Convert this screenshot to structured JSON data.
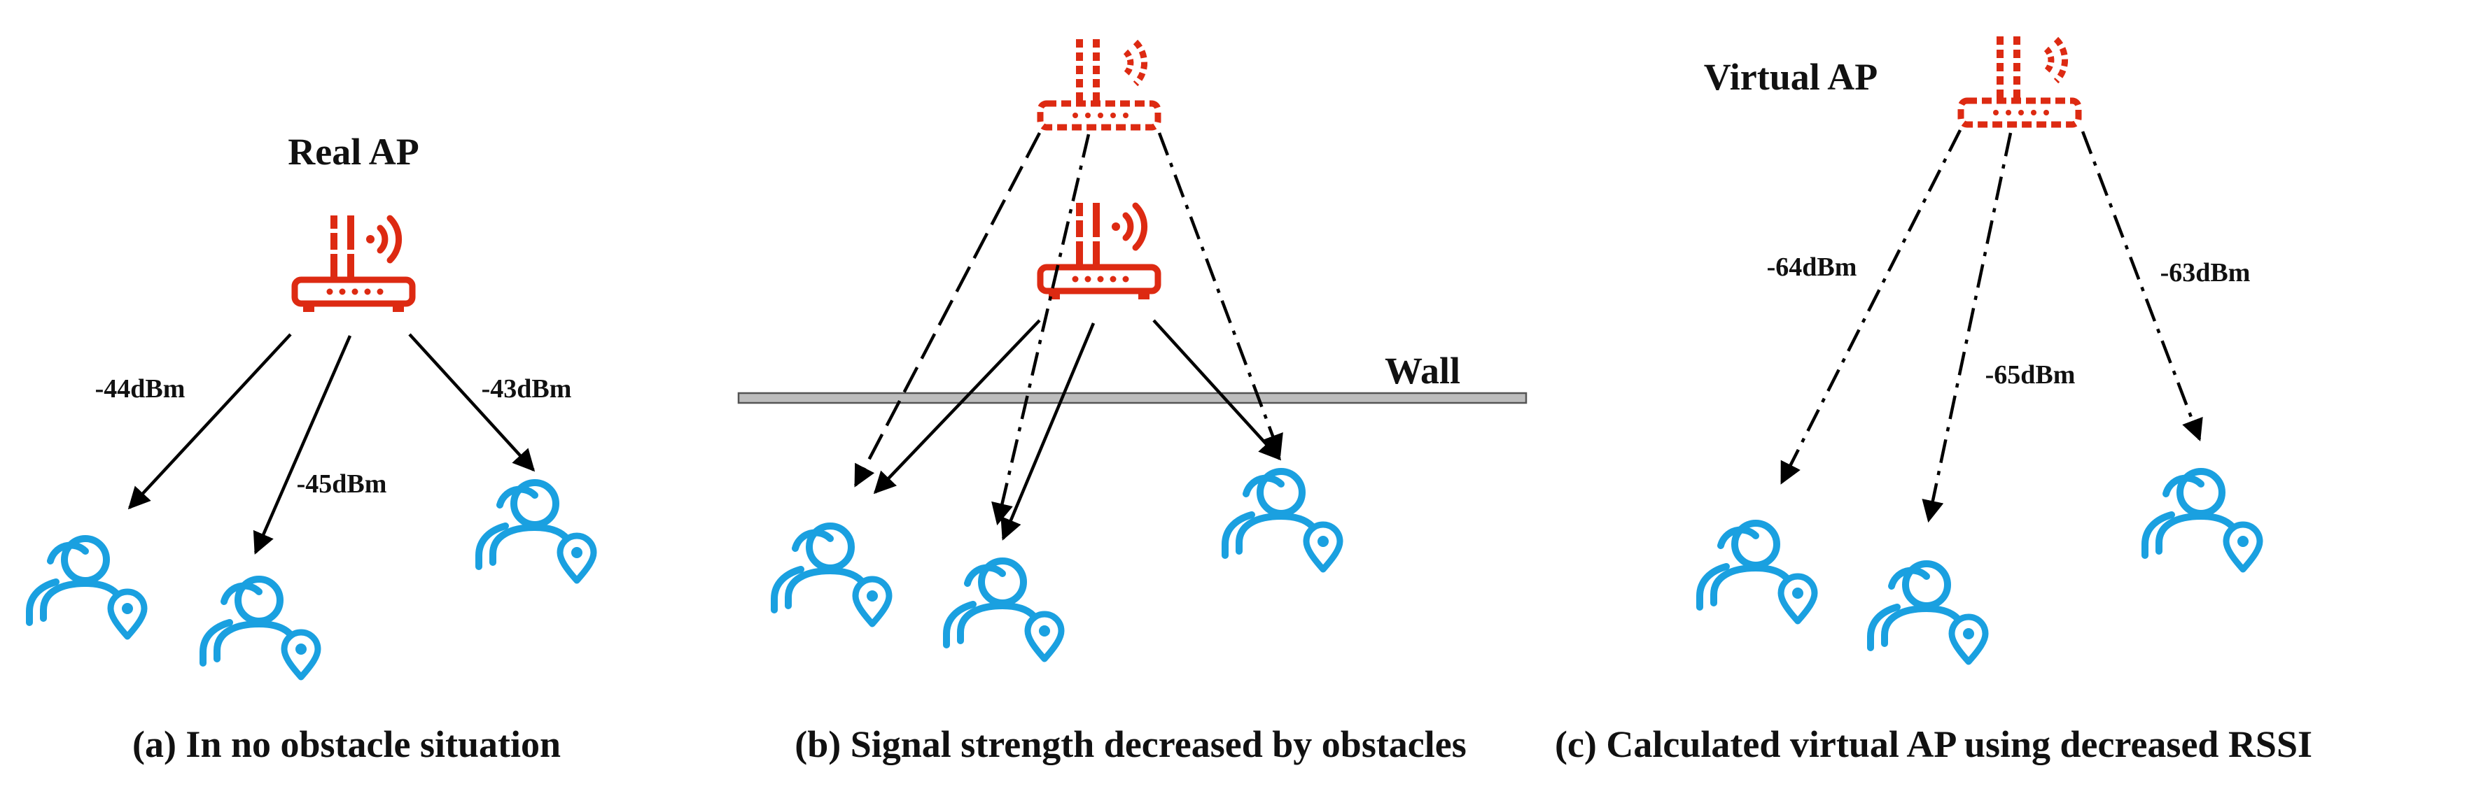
{
  "colors": {
    "router": "#dd2a12",
    "user": "#1aa0e0",
    "line": "#000000",
    "wall_fill": "#bdbdbd",
    "wall_stroke": "#555555"
  },
  "icons": {
    "router": "wifi-router-icon",
    "user": "user-location-icon"
  },
  "panel_a": {
    "ap_label": "Real AP",
    "caption": "(a) In no obstacle situation",
    "rssi": [
      "-44dBm",
      "-45dBm",
      "-43dBm"
    ]
  },
  "panel_b": {
    "wall_label": "Wall",
    "caption": "(b) Signal strength decreased by obstacles"
  },
  "panel_c": {
    "ap_label": "Virtual AP",
    "caption": "(c) Calculated virtual AP using decreased RSSI",
    "rssi": [
      "-64dBm",
      "-65dBm",
      "-63dBm"
    ]
  }
}
